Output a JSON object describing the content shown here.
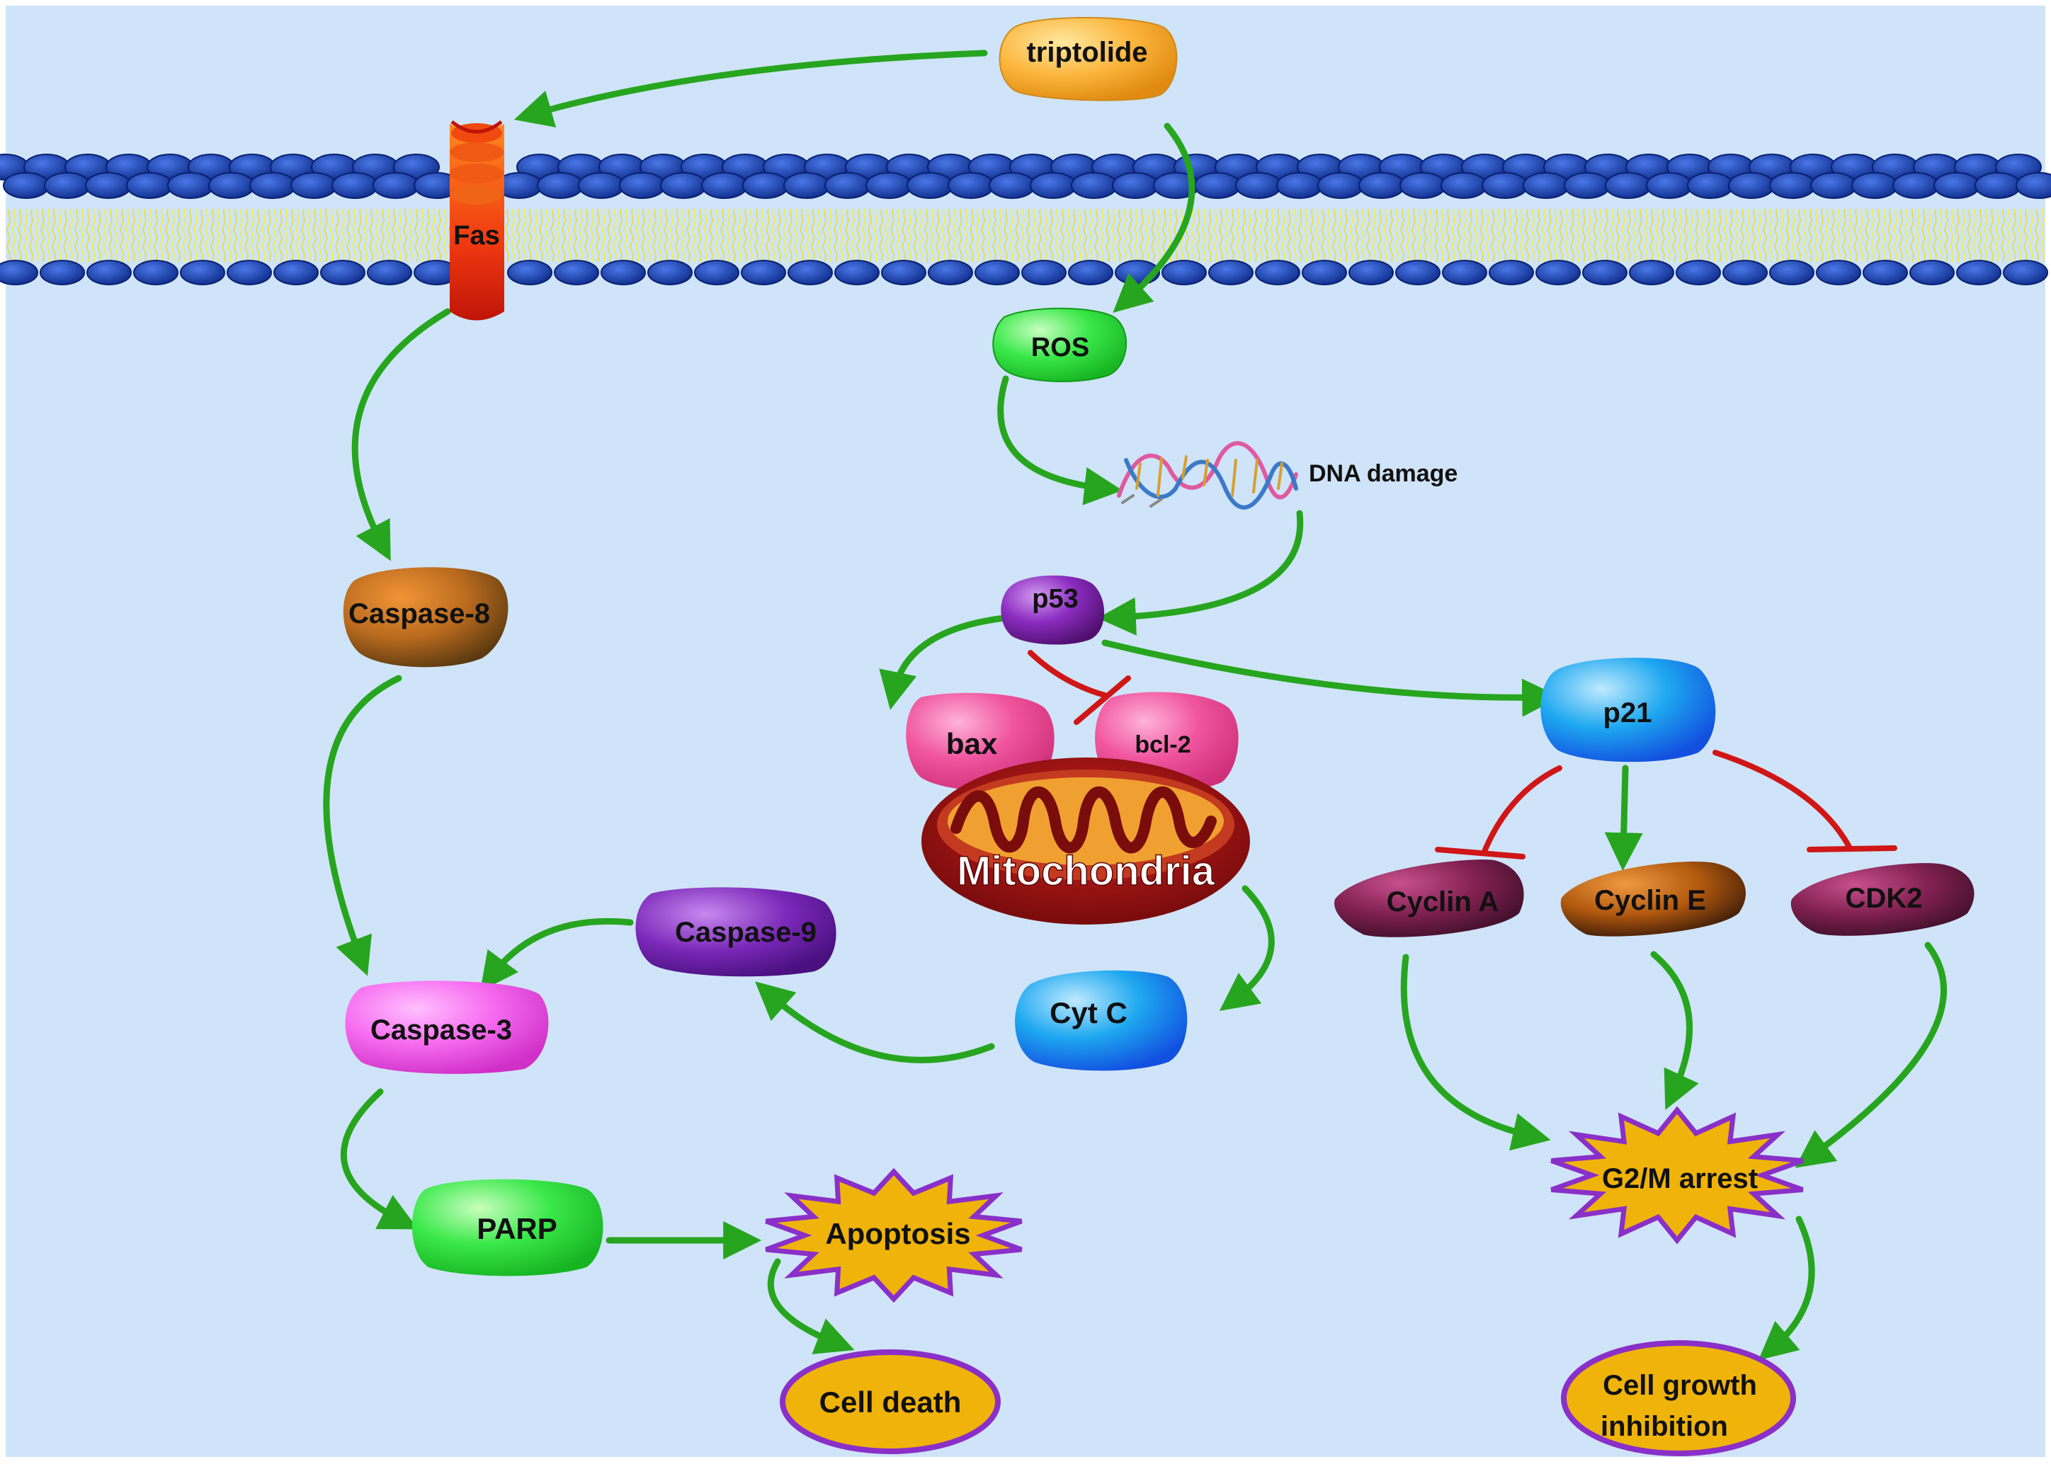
{
  "colors": {
    "background": "#cfe4f8",
    "activation_arrow": "#27a51f",
    "inhibition_arrow": "#d01616",
    "membrane_head": "#1f49b4",
    "membrane_tail": "#f2ee4a",
    "outcome_fill": "#f0b30a",
    "outcome_border": "#8a2fc8"
  },
  "nodes": {
    "triptolide": "triptolide",
    "fas": "Fas",
    "ros": "ROS",
    "dna_damage": "DNA damage",
    "p53": "p53",
    "caspase8": "Caspase-8",
    "bax": "bax",
    "bcl2": "bcl-2",
    "p21": "p21",
    "mitochondria": "Mitochondria",
    "caspase9": "Caspase-9",
    "caspase3": "Caspase-3",
    "cytc": "Cyt C",
    "cyclin_a": "Cyclin A",
    "cyclin_e": "Cyclin E",
    "cdk2": "CDK2",
    "parp": "PARP",
    "apoptosis": "Apoptosis",
    "cell_death": "Cell death",
    "g2m_arrest": "G2/M arrest",
    "cell_growth_line1": "Cell growth",
    "cell_growth_line2": "inhibition"
  },
  "edges": [
    {
      "from": "triptolide",
      "to": "Fas",
      "type": "activation"
    },
    {
      "from": "triptolide",
      "to": "ROS",
      "type": "activation"
    },
    {
      "from": "Fas",
      "to": "Caspase-8",
      "type": "activation"
    },
    {
      "from": "ROS",
      "to": "DNA damage",
      "type": "activation"
    },
    {
      "from": "DNA damage",
      "to": "p53",
      "type": "activation"
    },
    {
      "from": "p53",
      "to": "bax",
      "type": "activation"
    },
    {
      "from": "p53",
      "to": "bcl-2",
      "type": "inhibition"
    },
    {
      "from": "p53",
      "to": "p21",
      "type": "activation"
    },
    {
      "from": "Caspase-8",
      "to": "Caspase-3",
      "type": "activation"
    },
    {
      "from": "Mitochondria",
      "to": "Cyt C",
      "type": "activation"
    },
    {
      "from": "Cyt C",
      "to": "Caspase-9",
      "type": "activation"
    },
    {
      "from": "Caspase-9",
      "to": "Caspase-3",
      "type": "activation"
    },
    {
      "from": "Caspase-3",
      "to": "PARP",
      "type": "activation"
    },
    {
      "from": "PARP",
      "to": "Apoptosis",
      "type": "activation"
    },
    {
      "from": "Apoptosis",
      "to": "Cell death",
      "type": "activation"
    },
    {
      "from": "p21",
      "to": "Cyclin A",
      "type": "inhibition"
    },
    {
      "from": "p21",
      "to": "Cyclin E",
      "type": "activation"
    },
    {
      "from": "p21",
      "to": "CDK2",
      "type": "inhibition"
    },
    {
      "from": "Cyclin A",
      "to": "G2/M arrest",
      "type": "activation"
    },
    {
      "from": "Cyclin E",
      "to": "G2/M arrest",
      "type": "activation"
    },
    {
      "from": "CDK2",
      "to": "G2/M arrest",
      "type": "activation"
    },
    {
      "from": "G2/M arrest",
      "to": "Cell growth inhibition",
      "type": "activation"
    }
  ]
}
